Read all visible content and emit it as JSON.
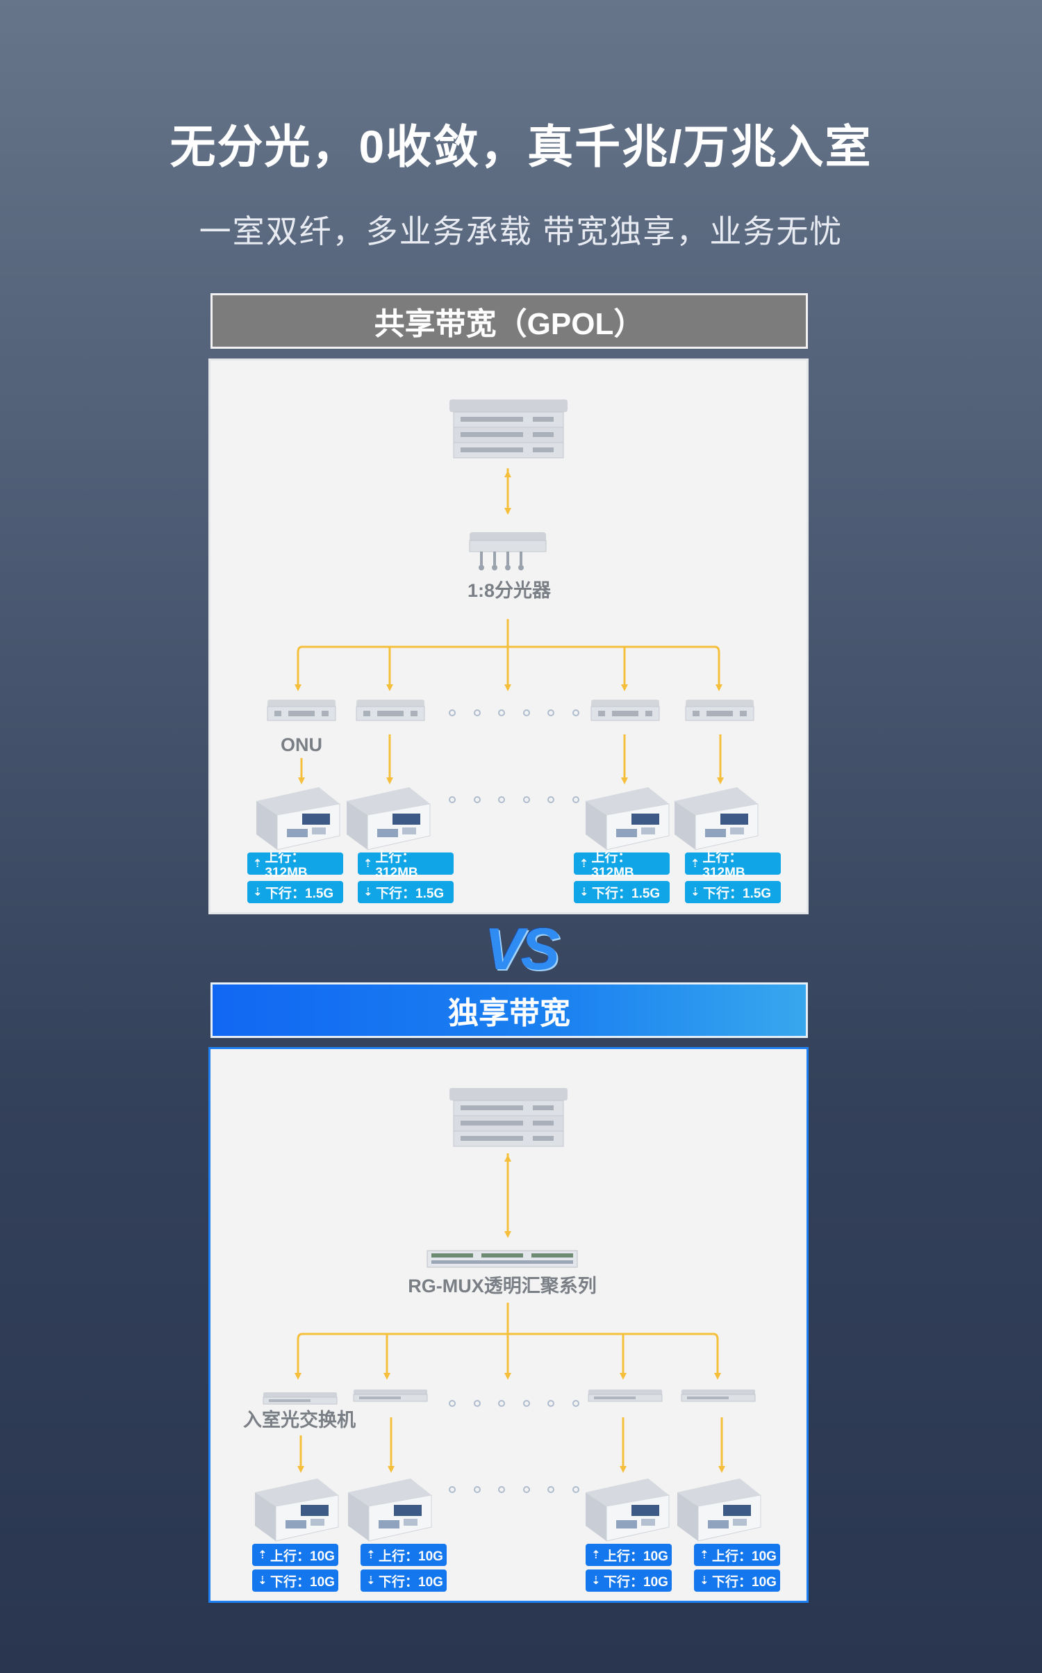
{
  "header": {
    "title": "无分光，0收敛，真千兆/万兆入室",
    "subtitle": "一室双纤，多业务承载 带宽独享，业务无忧"
  },
  "gpol": {
    "bar_label": "共享带宽（GPOL）",
    "splitter_label": "1:8分光器",
    "onu_label": "ONU",
    "rooms": [
      {
        "up": "上行：312MB",
        "down": "下行：1.5G"
      },
      {
        "up": "上行：312MB",
        "down": "下行：1.5G"
      },
      {
        "up": "上行：312MB",
        "down": "下行：1.5G"
      },
      {
        "up": "上行：312MB",
        "down": "下行：1.5G"
      }
    ]
  },
  "vs_label": "VS",
  "exclusive": {
    "bar_label": "独享带宽",
    "mux_label": "RG-MUX透明汇聚系列",
    "switch_label": "入室光交换机",
    "rooms": [
      {
        "up": "上行：10G",
        "down": "下行：10G"
      },
      {
        "up": "上行：10G",
        "down": "下行：10G"
      },
      {
        "up": "上行：10G",
        "down": "下行：10G"
      },
      {
        "up": "上行：10G",
        "down": "下行：10G"
      }
    ]
  },
  "colors": {
    "link_line": "#f5bf3b",
    "gpol_bar": "#7c7c7c",
    "exclusive_bar": "#1167f2",
    "gpol_badge": "#10a5e7",
    "exclusive_badge": "#1577ee"
  },
  "icons": [
    "olt-chassis-icon",
    "splitter-icon",
    "onu-icon",
    "room-icon",
    "mux-icon",
    "switch-icon",
    "up-arrow-icon",
    "down-arrow-icon"
  ]
}
